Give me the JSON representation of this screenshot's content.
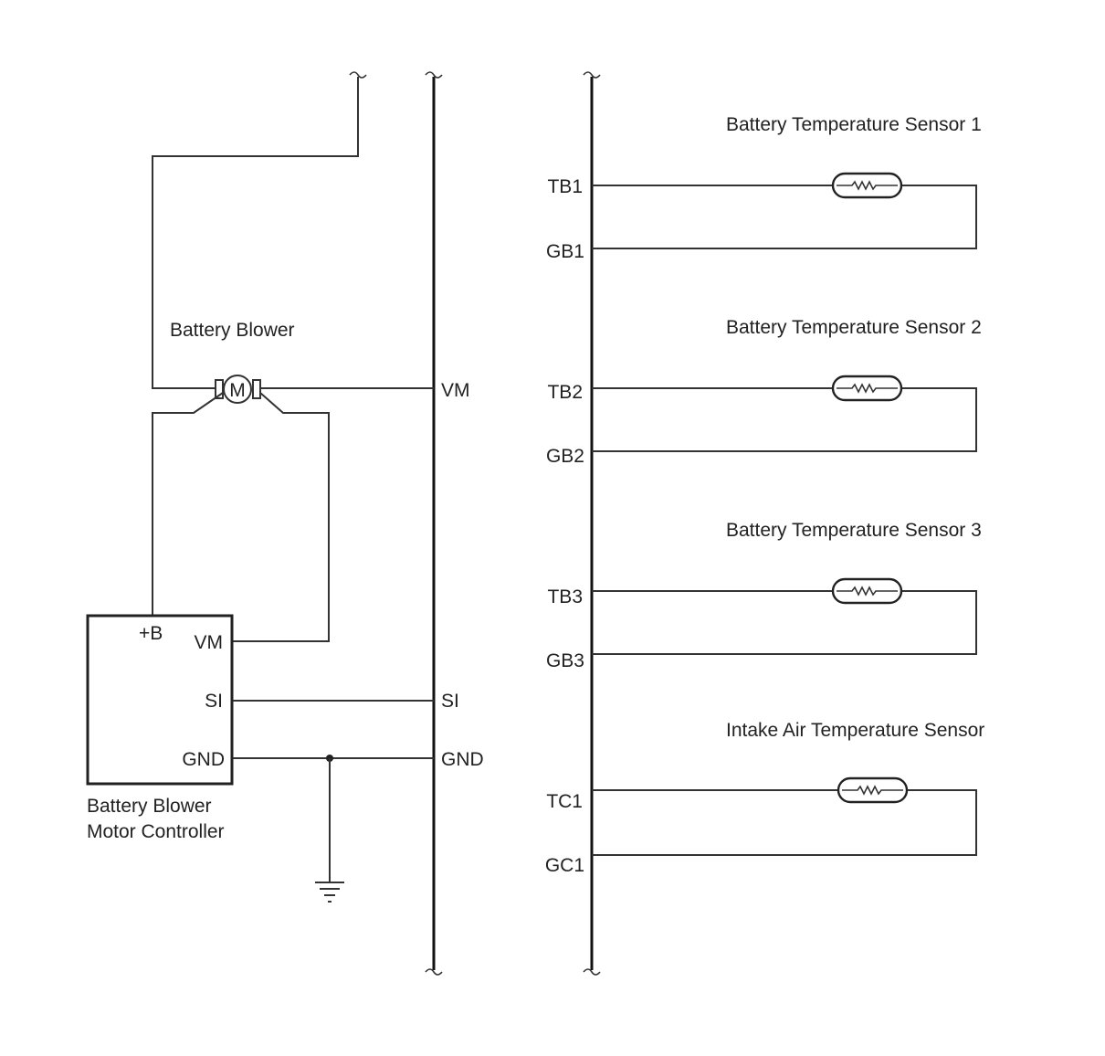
{
  "components": {
    "blower_label": "Battery Blower",
    "motor_symbol": "M",
    "controller_label_line1": "Battery Blower",
    "controller_label_line2": "Motor Controller",
    "controller_pins": {
      "b_plus": "+B",
      "vm": "VM",
      "si": "SI",
      "gnd": "GND"
    }
  },
  "ecu_terminals": {
    "vm": "VM",
    "si": "SI",
    "gnd": "GND"
  },
  "sensors": [
    {
      "title": "Battery Temperature Sensor 1",
      "signal": "TB1",
      "ground": "GB1"
    },
    {
      "title": "Battery Temperature Sensor 2",
      "signal": "TB2",
      "ground": "GB2"
    },
    {
      "title": "Battery Temperature Sensor 3",
      "signal": "TB3",
      "ground": "GB3"
    },
    {
      "title": "Intake Air Temperature Sensor",
      "signal": "TC1",
      "ground": "GC1"
    }
  ],
  "icons": {
    "ground": "ground-symbol-icon",
    "thermistor": "thermistor-icon",
    "motor": "motor-icon"
  },
  "colors": {
    "line": "#333333",
    "text": "#222222",
    "background": "#ffffff"
  }
}
